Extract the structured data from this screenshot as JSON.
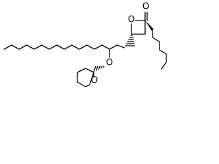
{
  "molecule": {
    "atoms": {
      "carbonyl_oxygen": "O",
      "ring_oxygen_lactone": "O",
      "ether_oxygen": "O",
      "ring_oxygen_thp": "O"
    },
    "colors": {
      "stroke": "#000000",
      "background": "#ffffff"
    }
  }
}
